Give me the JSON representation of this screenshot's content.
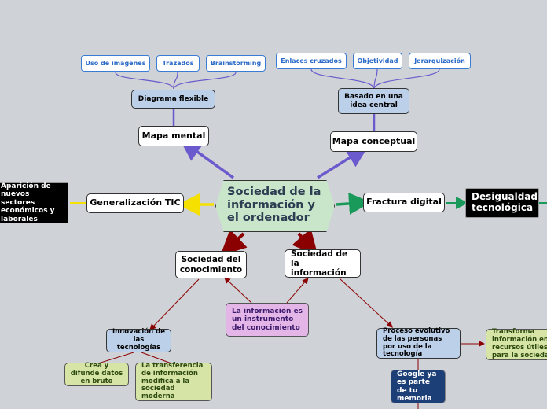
{
  "central": "Sociedad de la información y el ordenador",
  "mapa_mental": {
    "label": "Mapa mental",
    "child": "Diagrama flexible",
    "items": [
      "Uso de imágenes",
      "Trazados",
      "Brainstorming"
    ]
  },
  "mapa_conceptual": {
    "label": "Mapa conceptual",
    "child": "Basado en una idea central",
    "items": [
      "Enlaces cruzados",
      "Objetividad",
      "Jerarquización"
    ]
  },
  "generalizacion": {
    "label": "Generalización TIC",
    "child": "Aparición de nuevos sectores económicos y laborales"
  },
  "fractura": {
    "label": "Fractura digital",
    "child": "Desigualdad tecnológica"
  },
  "conocimiento": {
    "label": "Sociedad del conocimiento",
    "child": "Innovación de las tecnologías",
    "grandchildren": [
      "Crea y difunde datos en bruto",
      "La transferencia de información modifica a la sociedad moderna"
    ]
  },
  "informacion": {
    "label": "Sociedad de la información",
    "shared": "La información es un instrumento del conocimiento",
    "child": "Proceso evolutivo de las personas por uso de la tecnología",
    "grandchildren": [
      "Transforma información en recursos útiles para la sociedad",
      "Google ya es parte de tu memoria"
    ]
  },
  "colors": {
    "purple_branch": "#6a5acd",
    "yellow_branch": "#f5e000",
    "green_branch": "#1a9a5a",
    "red_branch": "#8b0000"
  }
}
